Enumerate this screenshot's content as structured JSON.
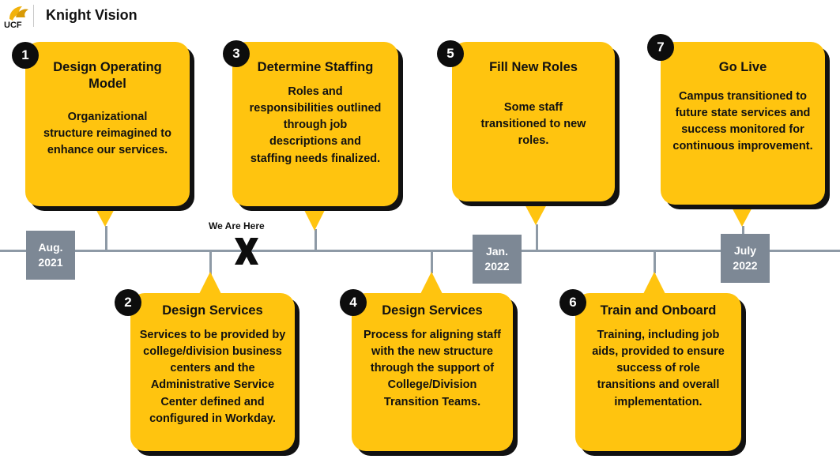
{
  "header": {
    "logo_text": "UCF",
    "title": "Knight Vision"
  },
  "dates": [
    {
      "month": "Aug.",
      "year": "2021"
    },
    {
      "month": "Jan.",
      "year": "2022"
    },
    {
      "month": "July",
      "year": "2022"
    }
  ],
  "marker": {
    "label": "We Are Here",
    "symbol": "X"
  },
  "steps": [
    {
      "number": "1",
      "title": "Design Operating Model",
      "description": "Organizational structure reimagined to enhance our services."
    },
    {
      "number": "2",
      "title": "Design Services",
      "description": "Services to be provided by college/division business centers and the Administrative Service Center defined and configured in Workday."
    },
    {
      "number": "3",
      "title": "Determine Staffing",
      "description": "Roles and responsibilities outlined through job descriptions and staffing needs finalized."
    },
    {
      "number": "4",
      "title": "Design Services",
      "description": "Process for aligning staff with the new structure through the support of College/Division Transition Teams."
    },
    {
      "number": "5",
      "title": "Fill New Roles",
      "description": "Some staff transitioned to new roles."
    },
    {
      "number": "6",
      "title": "Train and Onboard",
      "description": "Training, including job aids, provided to ensure success of role transitions and overall implementation."
    },
    {
      "number": "7",
      "title": "Go Live",
      "description": "Campus transitioned to future state services and success monitored for continuous improvement."
    }
  ]
}
